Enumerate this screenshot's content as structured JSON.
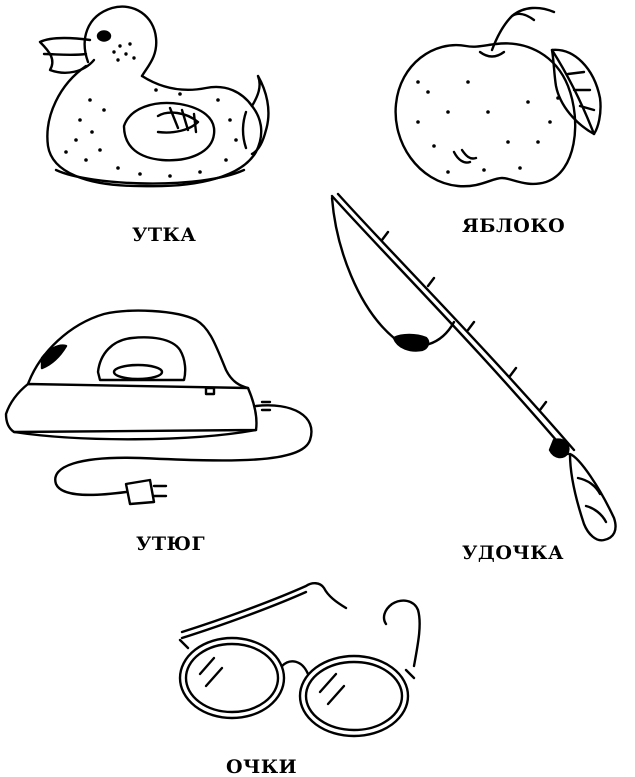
{
  "items": [
    {
      "id": "duck",
      "label": "УТКА"
    },
    {
      "id": "apple",
      "label": "ЯБЛОКО"
    },
    {
      "id": "iron",
      "label": "УТЮГ"
    },
    {
      "id": "fishing-rod",
      "label": "УДОЧКА"
    },
    {
      "id": "glasses",
      "label": "ОЧКИ"
    }
  ],
  "colors": {
    "ink": "#000000",
    "paper": "#ffffff"
  }
}
